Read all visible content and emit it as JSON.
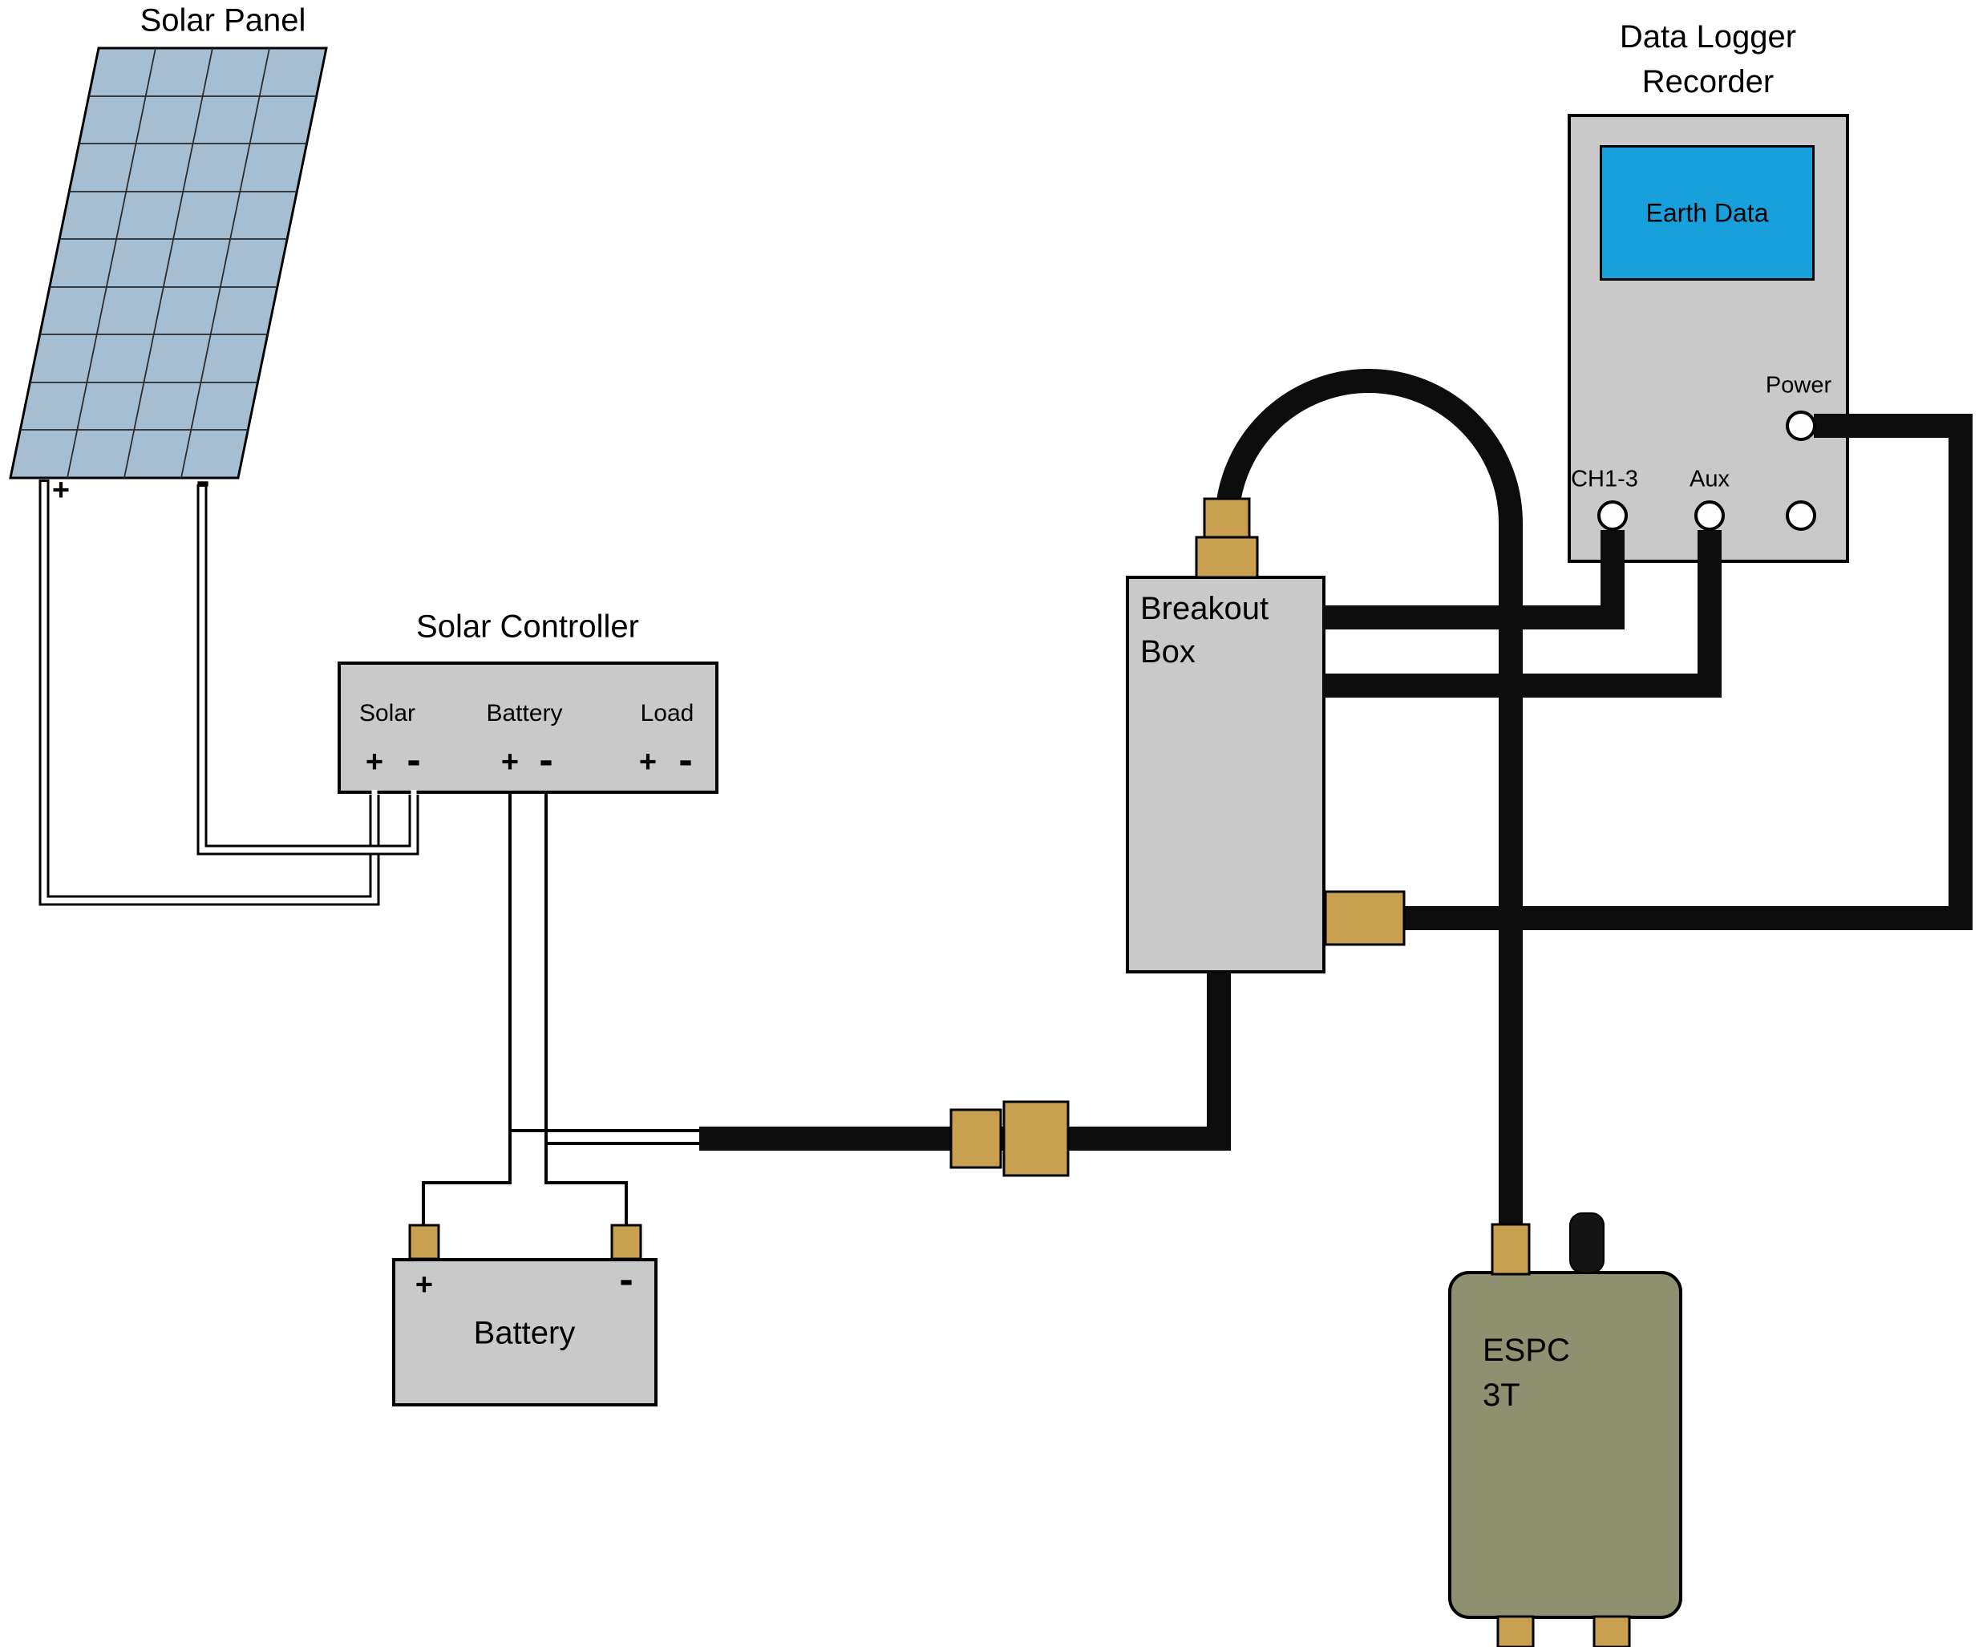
{
  "solar_panel": {
    "title": "Solar Panel",
    "plus_label": "+",
    "minus_label": "-"
  },
  "solar_controller": {
    "title": "Solar Controller",
    "terminals": [
      {
        "name": "Solar",
        "plus": "+",
        "minus": "-"
      },
      {
        "name": "Battery",
        "plus": "+",
        "minus": "-"
      },
      {
        "name": "Load",
        "plus": "+",
        "minus": "-"
      }
    ]
  },
  "battery": {
    "title": "Battery",
    "plus_label": "+",
    "minus_label": "-"
  },
  "breakout_box": {
    "title_line1": "Breakout",
    "title_line2": "Box"
  },
  "data_logger": {
    "title_line1": "Data Logger",
    "title_line2": "Recorder",
    "screen_label": "Earth Data",
    "power_label": "Power",
    "ch_label": "CH1-3",
    "aux_label": "Aux"
  },
  "espc": {
    "title_line1": "ESPC",
    "title_line2": "3T"
  },
  "colors": {
    "box_gray": "#c9c9c9",
    "panel_blue": "#a6bed1",
    "screen_blue": "#18a0dc",
    "connector_tan": "#c8a050",
    "espc_olive": "#8f9070",
    "wire_black": "#0d0d0d"
  }
}
